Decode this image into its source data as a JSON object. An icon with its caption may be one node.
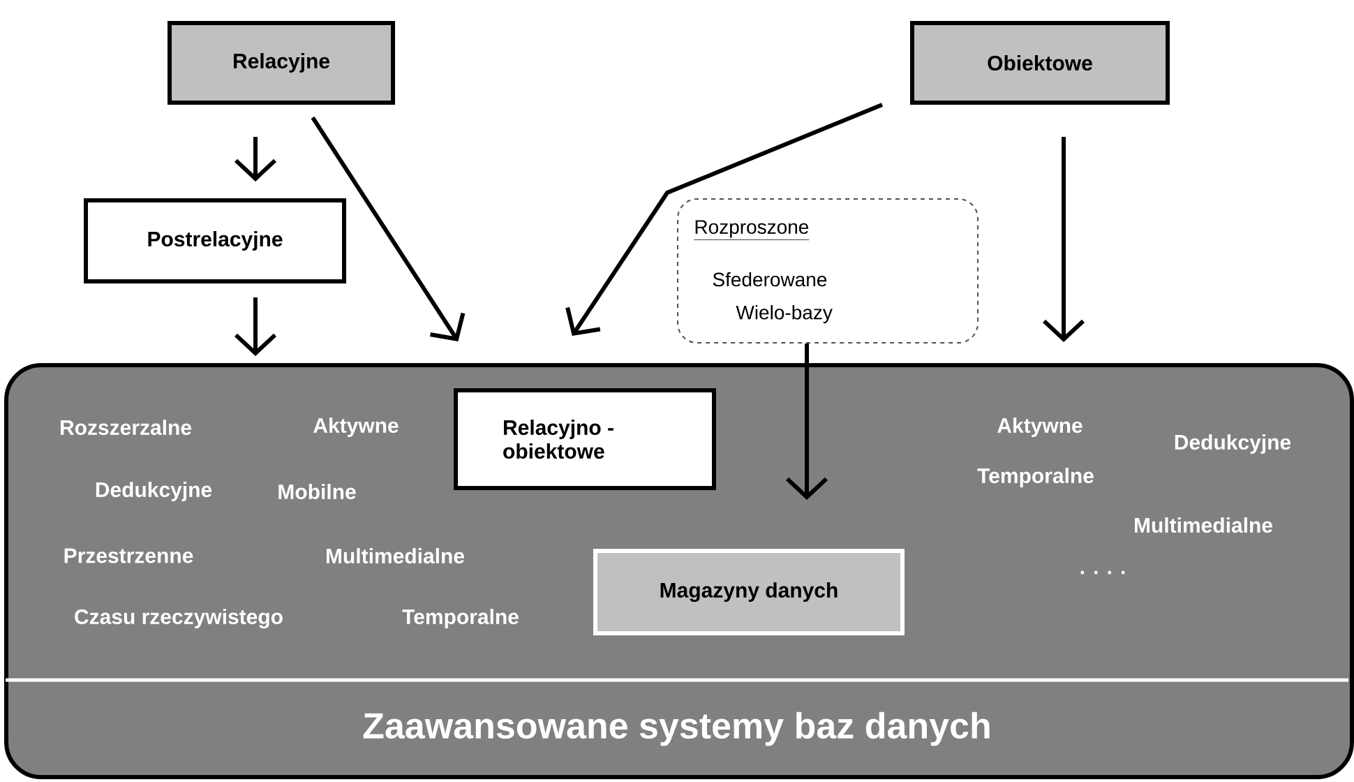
{
  "diagram": {
    "nodes": [
      {
        "text": [
          "Relacyjne"
        ]
      },
      {
        "text": [
          "Obiektowe"
        ]
      },
      {
        "text": [
          "Postrelacyjne"
        ]
      },
      {
        "text": [
          "Rozproszone",
          "Sfederowane",
          "Wielo-bazy"
        ]
      },
      {
        "text": [
          "Zaawansowane systemy baz danych"
        ]
      },
      {
        "text": [
          "Relacyjno - obiektowe"
        ],
        "in": 4
      },
      {
        "text": [
          "Magazyny danych"
        ],
        "in": 4
      }
    ],
    "edges": [
      {
        "from": 0,
        "to": 2,
        "arrow": "to"
      },
      {
        "from": 0,
        "to": 5,
        "arrow": "to"
      },
      {
        "from": 1,
        "to": 5,
        "arrow": "to"
      },
      {
        "from": 1,
        "to": 4,
        "arrow": "to"
      },
      {
        "from": 2,
        "to": 4,
        "arrow": "to"
      },
      {
        "from": 3,
        "to": 6,
        "arrow": "to"
      }
    ],
    "labels": [
      "Rozszerzalne",
      "Aktywne",
      "Dedukcyjne",
      "Mobilne",
      "Przestrzenne",
      "Multimedialne",
      "Czasu rzeczywistego",
      "Temporalne",
      "Aktywne",
      "Dedukcyjne",
      "Temporalne",
      "Multimedialne",
      ". . . ."
    ]
  }
}
